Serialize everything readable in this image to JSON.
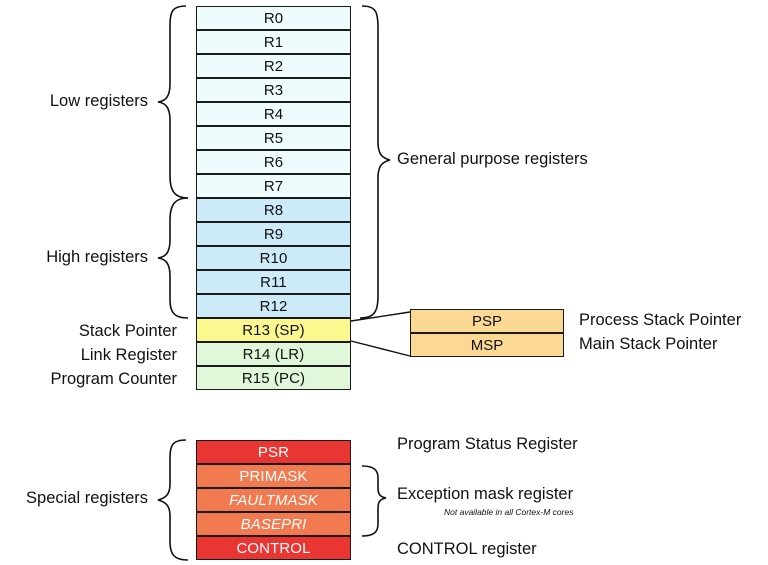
{
  "core_registers": [
    {
      "label": "R0",
      "group": "low"
    },
    {
      "label": "R1",
      "group": "low"
    },
    {
      "label": "R2",
      "group": "low"
    },
    {
      "label": "R3",
      "group": "low"
    },
    {
      "label": "R4",
      "group": "low"
    },
    {
      "label": "R5",
      "group": "low"
    },
    {
      "label": "R6",
      "group": "low"
    },
    {
      "label": "R7",
      "group": "low"
    },
    {
      "label": "R8",
      "group": "high"
    },
    {
      "label": "R9",
      "group": "high"
    },
    {
      "label": "R10",
      "group": "high"
    },
    {
      "label": "R11",
      "group": "high"
    },
    {
      "label": "R12",
      "group": "high"
    },
    {
      "label": "R13 (SP)",
      "group": "sp"
    },
    {
      "label": "R14 (LR)",
      "group": "lrpc"
    },
    {
      "label": "R15 (PC)",
      "group": "lrpc"
    }
  ],
  "stack_pointers": [
    {
      "label": "PSP",
      "description": "Process Stack Pointer"
    },
    {
      "label": "MSP",
      "description": "Main Stack Pointer"
    }
  ],
  "special_registers": [
    {
      "label": "PSR",
      "style": "plain"
    },
    {
      "label": "PRIMASK",
      "style": "plain"
    },
    {
      "label": "FAULTMASK",
      "style": "italic"
    },
    {
      "label": "BASEPRI",
      "style": "italic"
    },
    {
      "label": "CONTROL",
      "style": "plain"
    }
  ],
  "labels": {
    "low_registers": "Low registers",
    "high_registers": "High registers",
    "general_purpose": "General purpose registers",
    "stack_pointer": "Stack Pointer",
    "link_register": "Link Register",
    "program_counter": "Program Counter",
    "special_registers": "Special registers",
    "program_status_register": "Program Status Register",
    "exception_mask_register": "Exception mask register",
    "exception_mask_note": "Not available in all Cortex-M cores",
    "control_register": "CONTROL register"
  },
  "colors": {
    "low": "#eefcfd",
    "high": "#cdeaf8",
    "sp": "#fcf890",
    "lrpc": "#e1f7d9",
    "stack": "#fbd994",
    "psr": "#ea3632",
    "mask": "#f27a50"
  }
}
